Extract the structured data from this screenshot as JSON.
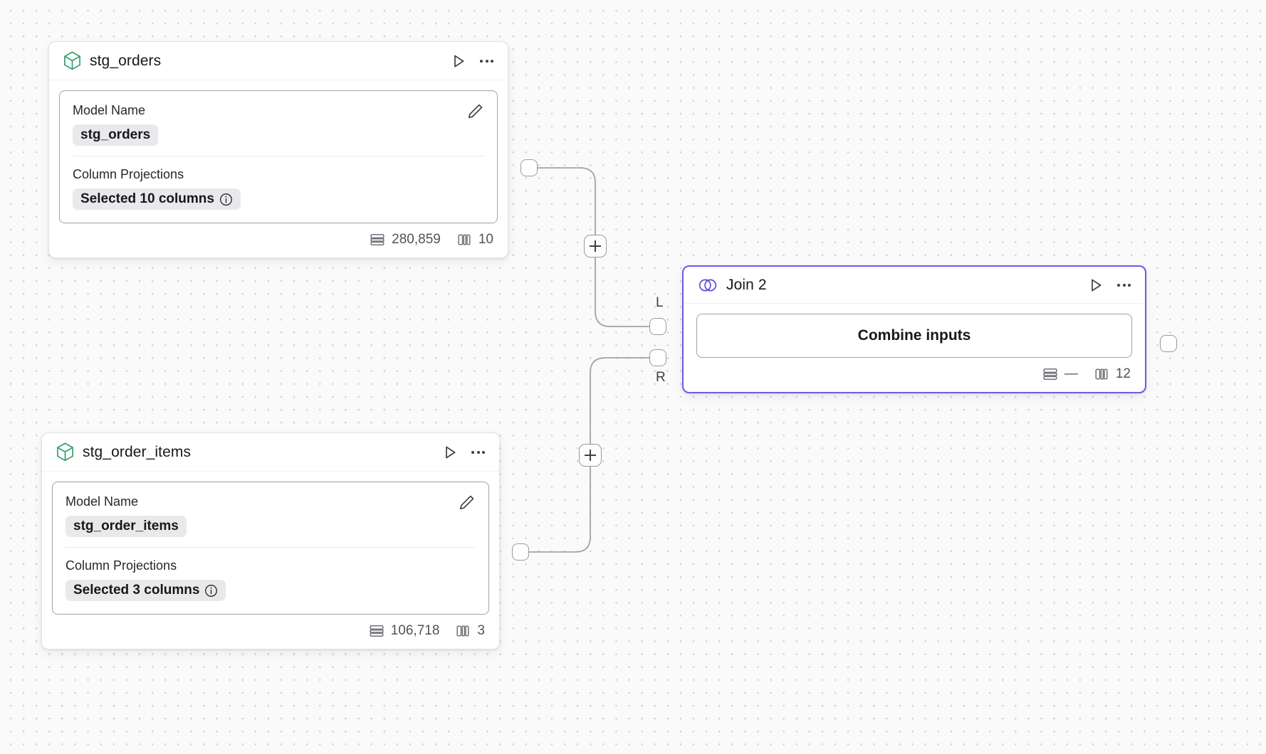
{
  "canvas": {
    "background_color": "#fafafa",
    "dot_color": "#cfcfcf",
    "accent_color": "#6c5ce7"
  },
  "nodes": [
    {
      "id": "stg_orders",
      "title": "stg_orders",
      "icon": "model-cube-icon",
      "icon_color": "#2e9e6b",
      "selected": false,
      "actions": {
        "run_label": "run",
        "more_label": "more"
      },
      "fields": [
        {
          "label": "Model Name",
          "value": "stg_orders",
          "has_info": false
        },
        {
          "label": "Column Projections",
          "value": "Selected 10 columns",
          "has_info": true
        }
      ],
      "footer": {
        "rows": "280,859",
        "columns": "10"
      }
    },
    {
      "id": "stg_order_items",
      "title": "stg_order_items",
      "icon": "model-cube-icon",
      "icon_color": "#2e9e6b",
      "selected": false,
      "actions": {
        "run_label": "run",
        "more_label": "more"
      },
      "fields": [
        {
          "label": "Model Name",
          "value": "stg_order_items",
          "has_info": false
        },
        {
          "label": "Column Projections",
          "value": "Selected 3 columns",
          "has_info": true
        }
      ],
      "footer": {
        "rows": "106,718",
        "columns": "3"
      }
    },
    {
      "id": "join_2",
      "title": "Join 2",
      "icon": "join-venn-icon",
      "icon_color": "#5b4ae0",
      "selected": true,
      "actions": {
        "run_label": "run",
        "more_label": "more"
      },
      "primary_button": "Combine inputs",
      "input_ports": [
        {
          "id": "L",
          "label": "L"
        },
        {
          "id": "R",
          "label": "R"
        }
      ],
      "footer": {
        "rows": "—",
        "columns": "12"
      }
    }
  ],
  "edges": [
    {
      "from": "stg_orders",
      "to": "join_2",
      "to_port": "L",
      "add_button_label": "+"
    },
    {
      "from": "stg_order_items",
      "to": "join_2",
      "to_port": "R",
      "add_button_label": "+"
    }
  ]
}
